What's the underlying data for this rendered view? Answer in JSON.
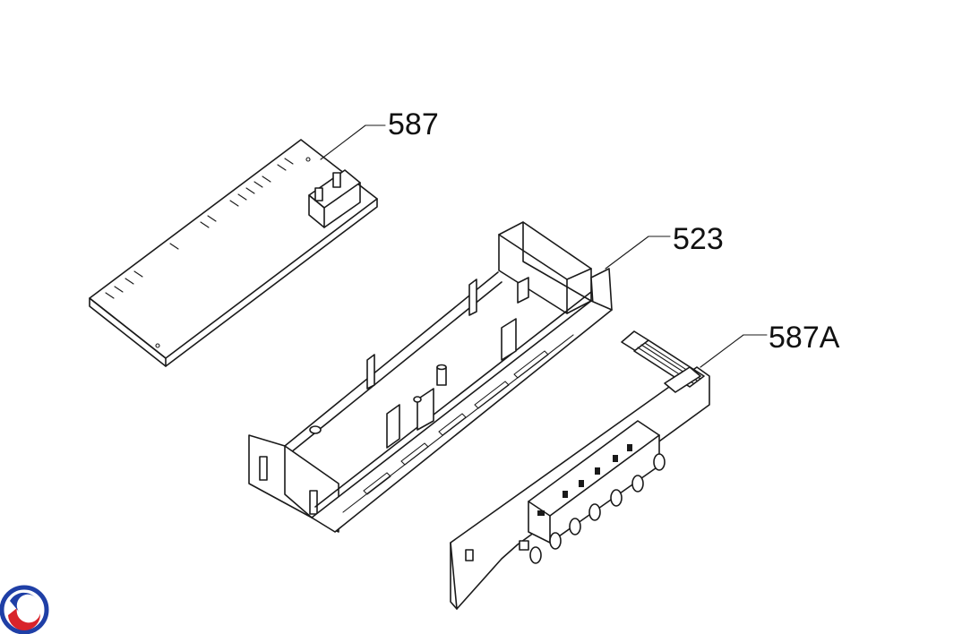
{
  "parts": [
    {
      "id": "part-587",
      "label": "587"
    },
    {
      "id": "part-523",
      "label": "523"
    },
    {
      "id": "part-587a",
      "label": "587A"
    }
  ],
  "logo": {
    "icon": "brand-swirl-logo-icon",
    "colors": [
      "#1f3fa6",
      "#d8232a"
    ]
  }
}
